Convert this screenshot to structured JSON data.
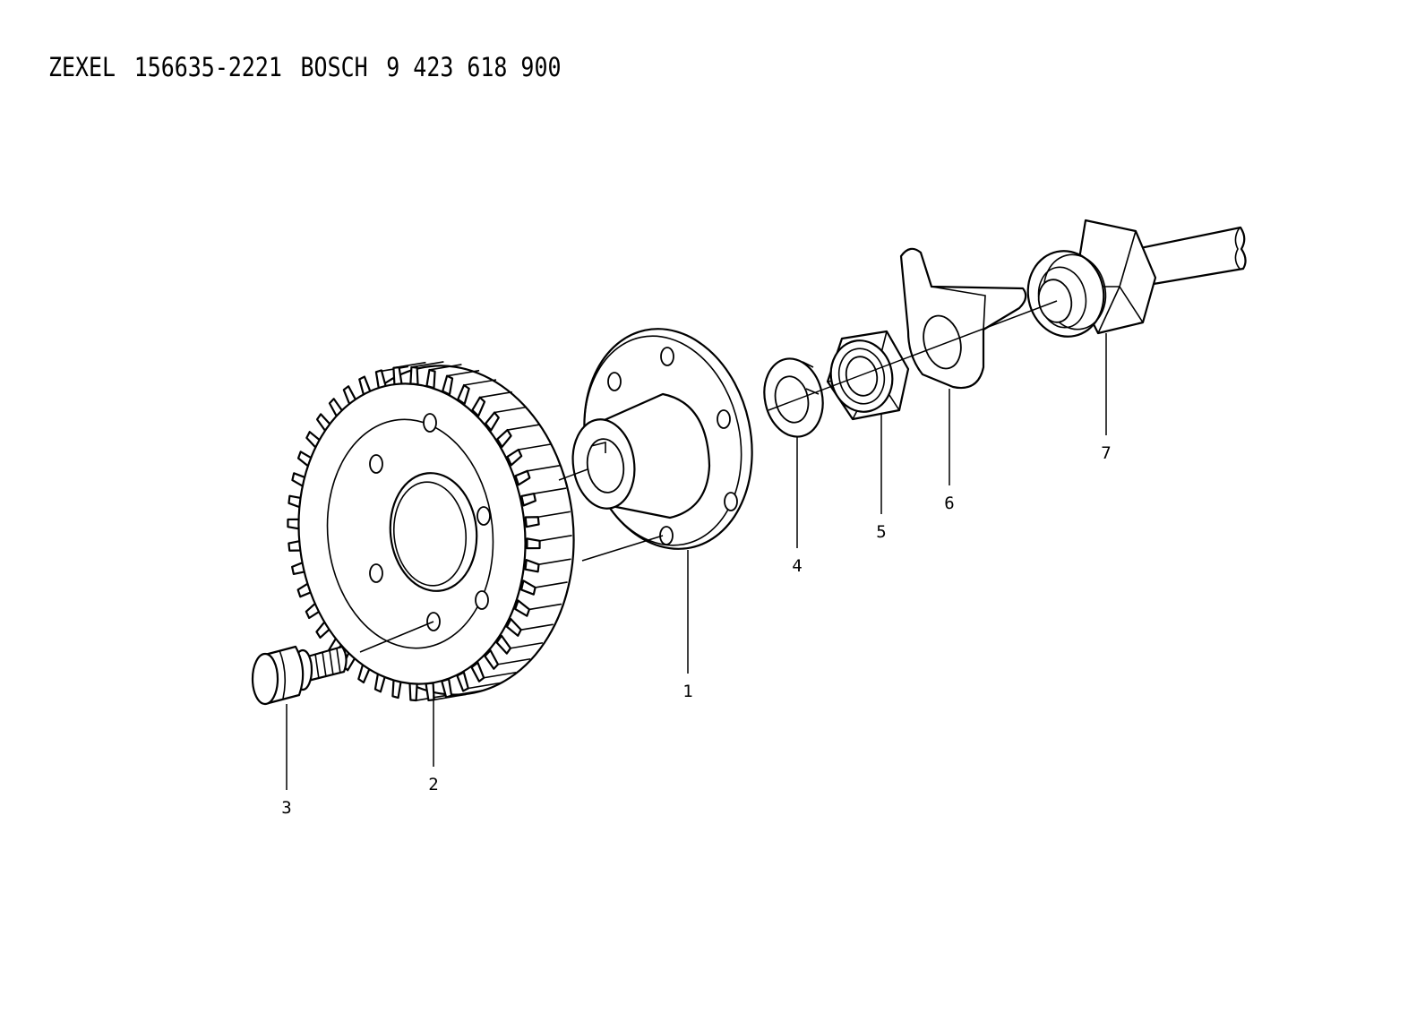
{
  "header": {
    "brand1": "ZEXEL",
    "part_number": "156635-2221",
    "brand2": "BOSCH",
    "bosch_number": "9 423 618 900"
  },
  "callouts": [
    {
      "id": "1",
      "part": "hub"
    },
    {
      "id": "2",
      "part": "gear"
    },
    {
      "id": "3",
      "part": "bolt"
    },
    {
      "id": "4",
      "part": "spring-washer"
    },
    {
      "id": "5",
      "part": "nut"
    },
    {
      "id": "6",
      "part": "lock-plate"
    },
    {
      "id": "7",
      "part": "shaft-nut"
    }
  ]
}
